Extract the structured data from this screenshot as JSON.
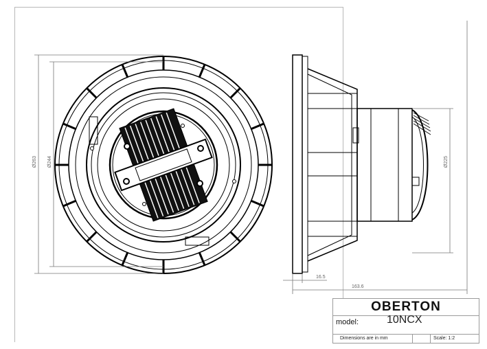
{
  "title_block": {
    "brand": "OBERTON",
    "model_label": "model:",
    "model_value": "10NCX",
    "units_note": "Dimensions are in mm",
    "scale": "Scale: 1:2"
  },
  "dimensions": {
    "outer_diameter": "Ø263",
    "baffle_diameter": "Ø244",
    "magnet_diameter": "Ø225",
    "flange_depth": "16.5",
    "overall_depth": "163.6"
  },
  "views": {
    "front": "front-view-speaker",
    "side": "side-view-speaker"
  },
  "colors": {
    "line": "#000000",
    "dimension": "#777777",
    "border": "#b8b8b8"
  }
}
